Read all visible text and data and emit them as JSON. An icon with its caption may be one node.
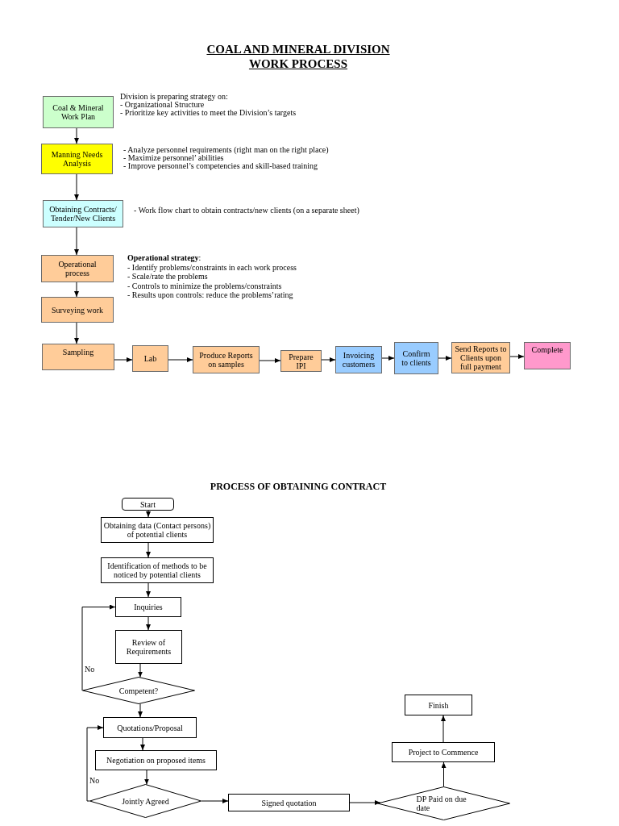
{
  "diagram": {
    "title": "COAL AND MINERAL DIVISION WORK PROCESS",
    "nodes": [
      {
        "text": [
          "Coal & Mineral Work Plan"
        ],
        "beside": [
          "Division is preparing strategy on:",
          "- Organizational Structure",
          "- Prioritize key activities to meet the Division’s targets"
        ]
      },
      {
        "text": [
          "Manning Needs Analysis"
        ],
        "beside": [
          "- Analyze personnel requirements (right man on the right place)",
          "- Maximize personnel’ abilities",
          "- Improve personnel’s competencies and skill-based training"
        ]
      },
      {
        "text": [
          "Obtaining Contracts/ Tender/New Clients"
        ],
        "beside": [
          "- Work flow chart to obtain contracts/new clients (on a separate sheet)"
        ]
      },
      {
        "text": [
          "Operational process"
        ],
        "beside": [
          "**Operational strategy**:",
          "- Identify problems/constraints in each work process",
          "- Scale/rate the problems",
          "- Controls to minimize the problems/constraints",
          "- Results upon controls: reduce the problems’rating"
        ]
      },
      {
        "text": [
          "Surveying work"
        ]
      },
      {
        "text": [
          "Sampling"
        ]
      },
      {
        "text": [
          "Lab"
        ]
      },
      {
        "text": [
          "Produce Reports on samples"
        ]
      },
      {
        "text": [
          "Prepare IPI"
        ]
      },
      {
        "text": [
          "Invoicing customers"
        ]
      },
      {
        "text": [
          "Confirm to clients"
        ]
      },
      {
        "text": [
          "Send Reports to Clients upon full payment"
        ]
      },
      {
        "text": [
          "Complete"
        ]
      },
      {
        "text": [
          "Start"
        ]
      },
      {
        "text": [
          "Obtaining data (Contact persons) of potential clients"
        ]
      },
      {
        "text": [
          "Identification of methods to be noticed by potential clients"
        ]
      },
      {
        "text": [
          "Inquiries"
        ]
      },
      {
        "text": [
          "Review of Requirements"
        ]
      },
      {
        "text": [
          "Competent?"
        ]
      },
      {
        "text": [
          "Quotations/Proposal"
        ]
      },
      {
        "text": [
          "Negotiation on proposed items"
        ]
      },
      {
        "text": [
          "Jointly Agreed"
        ]
      },
      {
        "text": [
          "Signed quotation"
        ]
      },
      {
        "text": [
          "DP Paid on due date"
        ]
      },
      {
        "text": [
          "Project to Commence"
        ]
      },
      {
        "text": [
          "Finish"
        ]
      }
    ],
    "edges": [
      {
        "from": 0,
        "to": 1,
        "arrow": "to"
      },
      {
        "from": 1,
        "to": 2,
        "arrow": "to"
      },
      {
        "from": 2,
        "to": 3,
        "arrow": "to"
      },
      {
        "from": 3,
        "to": 4,
        "arrow": "to"
      },
      {
        "from": 4,
        "to": 5,
        "arrow": "to"
      },
      {
        "from": 5,
        "to": 6,
        "arrow": "to"
      },
      {
        "from": 6,
        "to": 7,
        "arrow": "to"
      },
      {
        "from": 7,
        "to": 8,
        "arrow": "to"
      },
      {
        "from": 8,
        "to": 9,
        "arrow": "to"
      },
      {
        "from": 9,
        "to": 10,
        "arrow": "to"
      },
      {
        "from": 10,
        "to": 11,
        "arrow": "to"
      },
      {
        "from": 11,
        "to": 12,
        "arrow": "to"
      },
      {
        "from": 13,
        "to": 14,
        "arrow": "to"
      },
      {
        "from": 14,
        "to": 15,
        "arrow": "to"
      },
      {
        "from": 15,
        "to": 16,
        "arrow": "to"
      },
      {
        "from": 16,
        "to": 17,
        "arrow": "to"
      },
      {
        "from": 17,
        "to": 18,
        "arrow": "to"
      },
      {
        "from": 18,
        "to": 16,
        "label": "No",
        "arrow": "to"
      },
      {
        "from": 18,
        "to": 19,
        "arrow": "to"
      },
      {
        "from": 19,
        "to": 20,
        "arrow": "to"
      },
      {
        "from": 20,
        "to": 21,
        "arrow": "to"
      },
      {
        "from": 21,
        "to": 19,
        "label": "No",
        "arrow": "to"
      },
      {
        "from": 21,
        "to": 22,
        "arrow": "to"
      },
      {
        "from": 22,
        "to": 23,
        "arrow": "to"
      },
      {
        "from": 23,
        "to": 24,
        "arrow": "to"
      },
      {
        "from": 24,
        "to": 25,
        "arrow": "to"
      }
    ],
    "labels": [
      "PROCESS OF OBTAINING CONTRACT"
    ]
  }
}
